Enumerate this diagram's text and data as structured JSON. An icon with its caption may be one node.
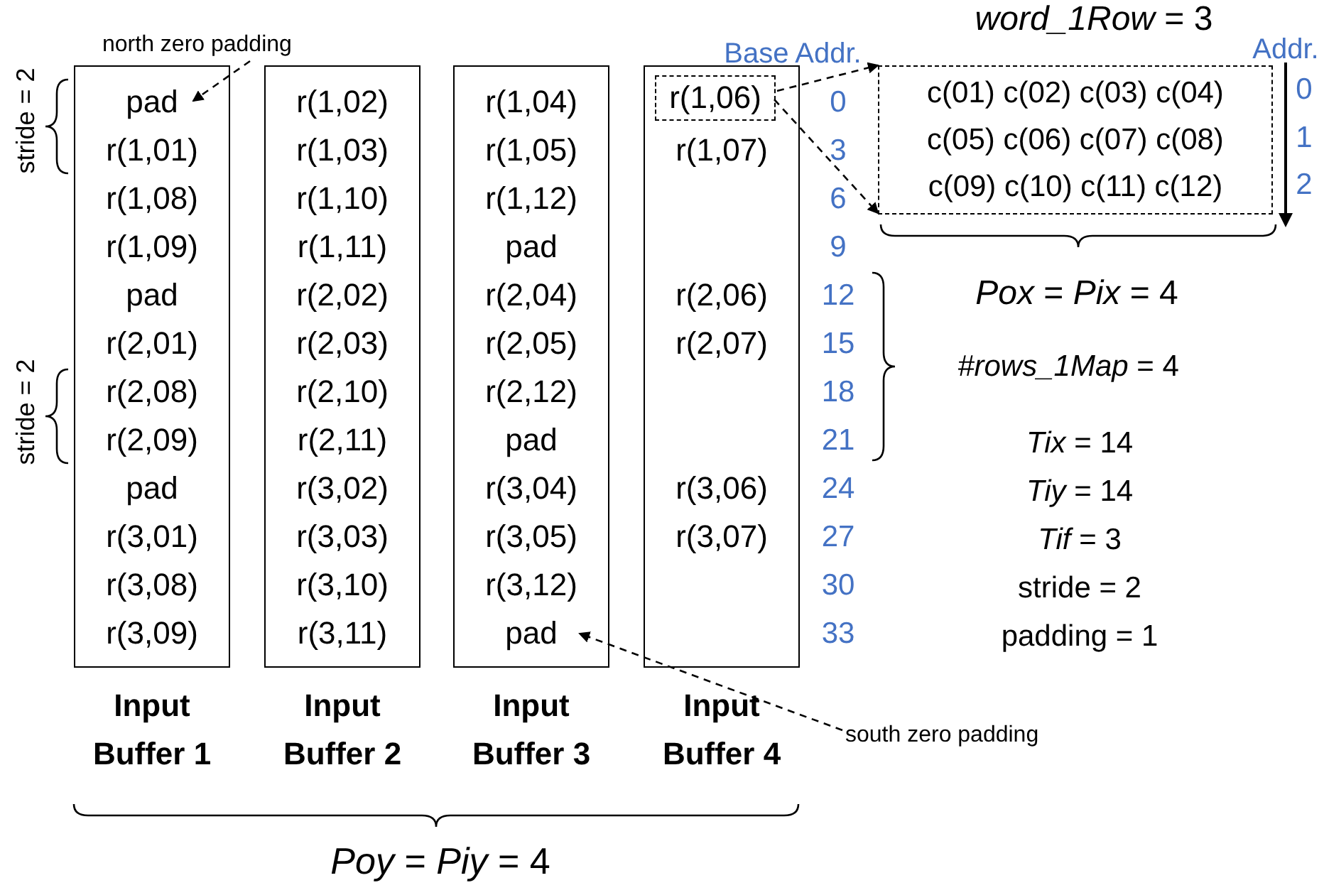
{
  "diagram": {
    "nodes": [
      {
        "text": [
          "pad",
          "r(1,01)",
          "r(1,08)",
          "r(1,09)",
          "pad",
          "r(2,01)",
          "r(2,08)",
          "r(2,09)",
          "pad",
          "r(3,01)",
          "r(3,08)",
          "r(3,09)",
          "Input Buffer 1"
        ]
      },
      {
        "text": [
          "r(1,02)",
          "r(1,03)",
          "r(1,10)",
          "r(1,11)",
          "r(2,02)",
          "r(2,03)",
          "r(2,10)",
          "r(2,11)",
          "r(3,02)",
          "r(3,03)",
          "r(3,10)",
          "r(3,11)",
          "Input Buffer 2"
        ]
      },
      {
        "text": [
          "r(1,04)",
          "r(1,05)",
          "r(1,12)",
          "pad",
          "r(2,04)",
          "r(2,05)",
          "r(2,12)",
          "pad",
          "r(3,04)",
          "r(3,05)",
          "r(3,12)",
          "pad",
          "Input Buffer 3"
        ]
      },
      {
        "text": [
          "r(1,07)",
          "r(2,06)",
          "r(2,07)",
          "r(3,06)",
          "r(3,07)",
          "Input Buffer 4"
        ]
      },
      {
        "text": [
          "r(1,06)"
        ],
        "in": 3
      },
      {
        "text": [
          "c(01) c(02) c(03) c(04)",
          "c(05) c(06) c(07) c(08)",
          "c(09) c(10) c(11) c(12)"
        ]
      },
      {
        "text": [
          "north zero padding"
        ]
      },
      {
        "text": [
          "south zero padding"
        ]
      }
    ],
    "edges": [
      {
        "from": 4,
        "to": 5,
        "arrow": "to",
        "style": "dashed"
      },
      {
        "from": 4,
        "to": 5,
        "arrow": "to",
        "style": "dashed"
      },
      {
        "from": 6,
        "to": 0,
        "arrow": "to",
        "style": "dashed"
      },
      {
        "from": 7,
        "to": 2,
        "arrow": "to",
        "style": "dashed"
      }
    ],
    "labels": [
      "Base Addr.",
      "*word_1Row* = 3",
      "Addr.",
      "0",
      "3",
      "6",
      "9",
      "12",
      "15",
      "18",
      "21",
      "24",
      "27",
      "30",
      "33",
      "0",
      "1",
      "2",
      "stride = 2",
      "*Pox* = *Pix* = 4",
      "stride = 2",
      "*#rows_1Map* = 4",
      "*Tix* = 14",
      "*Tiy* = 14",
      "*Tif* = 3",
      "stride = 2",
      "padding = 1",
      "*Poy* = *Piy* = 4"
    ]
  }
}
